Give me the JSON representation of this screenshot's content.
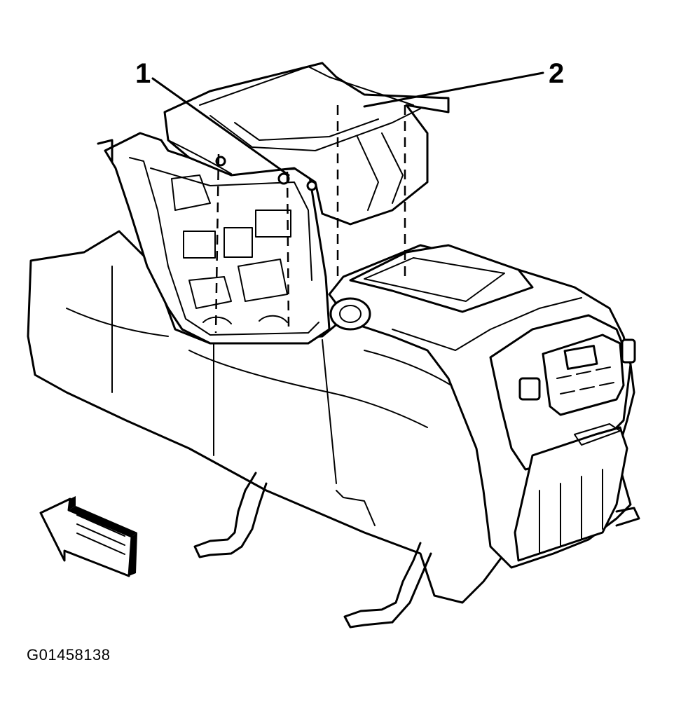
{
  "diagram": {
    "callouts": [
      {
        "number": "1"
      },
      {
        "number": "2"
      }
    ],
    "figure_id": "G01458138",
    "colors": {
      "ink": "#000000",
      "paper": "#ffffff"
    },
    "icons": [
      "front-direction-arrow-icon"
    ]
  }
}
